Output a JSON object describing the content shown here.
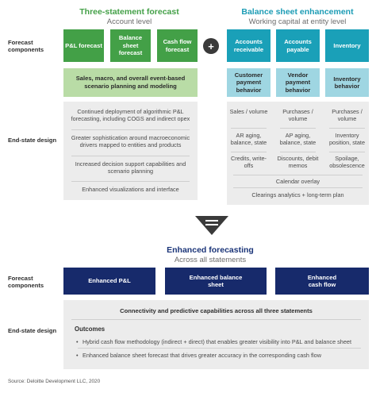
{
  "top": {
    "green_title": "Three-statement forecast",
    "green_subtitle": "Account level",
    "teal_title": "Balance sheet enhancement",
    "teal_subtitle": "Working capital at entity level"
  },
  "row_labels": {
    "forecast_components": "Forecast components",
    "end_state_design": "End-state design",
    "forecast_components_2": "Forecast components",
    "end_state_design_2": "End-state design"
  },
  "green_components": [
    "P&L forecast",
    "Balance sheet forecast",
    "Cash flow forecast"
  ],
  "plus_symbol": "+",
  "teal_components": [
    "Accounts receivable",
    "Accounts payable",
    "Inventory"
  ],
  "green_drivers": "Sales, macro, and overall event-based scenario planning and modeling",
  "teal_drivers": [
    "Customer payment behavior",
    "Vendor payment behavior",
    "Inventory behavior"
  ],
  "green_end_state": [
    "Continued deployment of algorithmic P&L forecasting, including COGS and indirect opex",
    "Greater sophistication around macroeconomic drivers mapped to entities and products",
    "Increased decision support capabilities and scenario planning",
    "Enhanced visualizations and interface"
  ],
  "teal_end_state": {
    "col1": [
      "Sales / volume",
      "AR aging, balance, state",
      "Credits, write-offs"
    ],
    "col2": [
      "Purchases / volume",
      "AP aging, balance, state",
      "Discounts, debit memos"
    ],
    "col3": [
      "Purchases / volume",
      "Inventory position, state",
      "Spoilage, obsolescence"
    ],
    "calendar": "Calendar overlay",
    "clearings": "Clearings analytics + long-term plan"
  },
  "equals_symbol": "=",
  "enhanced": {
    "title": "Enhanced forecasting",
    "subtitle": "Across all statements",
    "components": [
      "Enhanced P&L",
      "Enhanced balance sheet",
      "Enhanced cash flow"
    ],
    "connectivity": "Connectivity and predictive capabilities across all three statements",
    "outcomes_title": "Outcomes",
    "outcomes": [
      "Hybrid cash flow methodology (indirect + direct) that enables greater visibility into P&L and balance sheet",
      "Enhanced balance sheet forecast that drives greater accuracy in the corresponding cash flow"
    ],
    "bullet_char": "•"
  },
  "source": "Source: Deloitte Development LLC, 2020",
  "colors": {
    "green": "#43a047",
    "light_green": "#b9dca6",
    "teal": "#1aa0b8",
    "light_teal": "#9fd6e2",
    "navy": "#172a6b",
    "grey_panel": "#ececec",
    "dark": "#3a3a3a"
  }
}
